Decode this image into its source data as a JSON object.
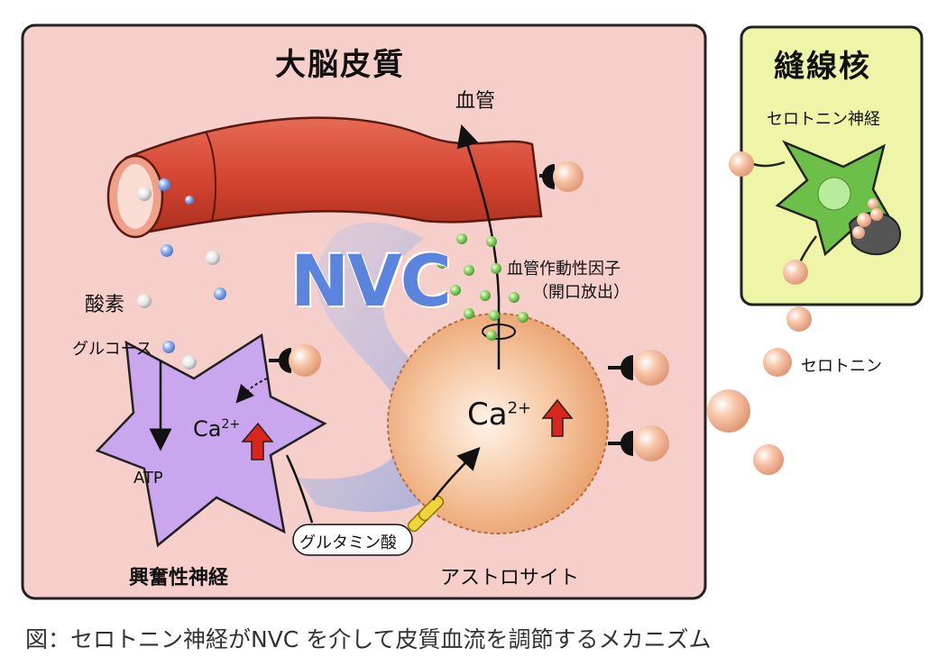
{
  "cortex": {
    "title": "大脳皮質",
    "blood_vessel": "血管",
    "oxygen": "酸素",
    "glucose": "グルコース",
    "atp": "ATP",
    "ca_neuron": "Ca",
    "ca_neuron_sup": "2+",
    "ca_astro": "Ca",
    "ca_astro_sup": "2+",
    "nvc": "NVC",
    "vasoactive_factor": "血管作動性因子",
    "vasoactive_release": "（開口放出）",
    "glutamate": "グルタミン酸",
    "excitatory_neuron": "興奮性神経",
    "astrocyte": "アストロサイト"
  },
  "raphe": {
    "title": "縫線核",
    "serotonin_neuron": "セロトニン神経"
  },
  "serotonin": "セロトニン",
  "caption": "図：セロトニン神経がNVC を介して皮質血流を調節するメカニズム",
  "colors": {
    "cortex_bg": "#f6cfcb",
    "raphe_bg": "#eef5a6",
    "vessel": "#d9503e",
    "neuron": "#c9a6ee",
    "astrocyte": "#f2b889",
    "nvc": "#5a84dd",
    "serotonin": "#f1b291",
    "green_vesicle": "#8fd66b"
  }
}
